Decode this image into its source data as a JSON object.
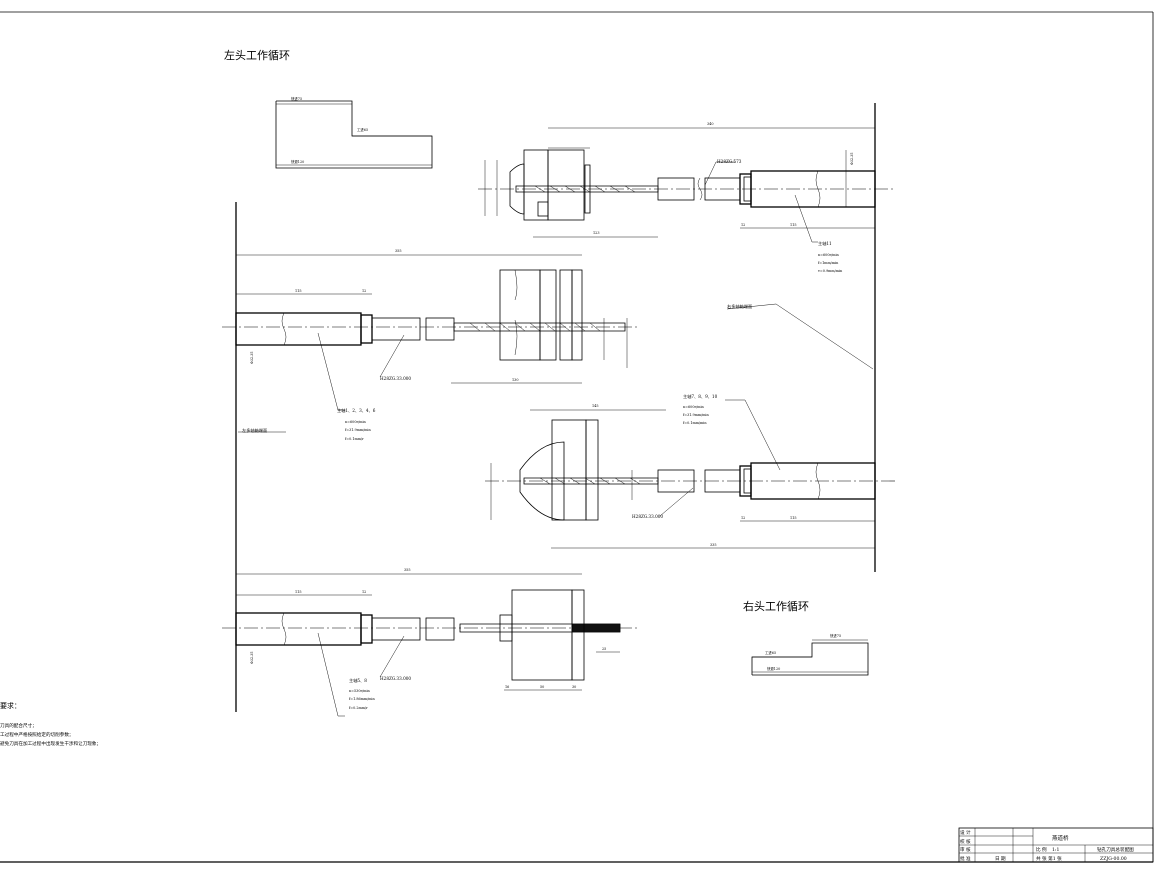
{
  "drawing": {
    "left_cycle": {
      "title": "左头工作循环",
      "fast_advance": "快进75",
      "work_feed": "工进65",
      "fast_return": "快退120"
    },
    "right_cycle": {
      "title": "右头工作循环",
      "fast_advance": "快进75",
      "work_feed": "工进65",
      "fast_return": "快退120"
    },
    "notes": {
      "right_spindle_box_face": "右多轴箱端面",
      "left_spindle_box_face": "左多轴箱端面"
    },
    "spindle_groups": [
      {
        "label": "主轴11",
        "lines": [
          "n=600r/min",
          "f=1mm/min",
          "v=0.9mm/min"
        ]
      },
      {
        "label": "主轴1、2、3、4、6",
        "lines": [
          "n=600r/min",
          "f=31.9mm/min",
          "f=0.1mm/r"
        ]
      },
      {
        "label": "主轴7、8、9、10",
        "lines": [
          "n=600r/min",
          "f=31.9mm/min",
          "f=0.1mm/min"
        ]
      },
      {
        "label": "主轴5、8",
        "lines": [
          "n=530r/min",
          "f=1.86mm/min",
          "f=0.2mm/r"
        ]
      }
    ],
    "toolholders": [
      "H28ZG.573",
      "H28ZG.33.000",
      "H28ZG.33.000",
      "H28ZG.33.000"
    ],
    "dimensions": {
      "top_overall": "340",
      "top_tool": "123",
      "top_spindle_len": "115",
      "top_collar": "12",
      "top_dia": "Φ32.35",
      "mid_overall": "355",
      "mid_tool": "130",
      "mid_spindle_len": "115",
      "mid_collar": "12",
      "lower_overall": "335",
      "lower_tool": "145",
      "lower_spindle_len": "115",
      "lower_collar": "12",
      "bottom_overall": "355",
      "bottom_spindle_len": "115",
      "bottom_collar": "12",
      "bottom_side": "50",
      "small_a": "25",
      "small_b": "16",
      "small_c": "30"
    },
    "requirements": {
      "title": "要求：",
      "items": [
        "刀具的配合尺寸；",
        "工过程中严格按照给定的切削参数；",
        "避免刀具在加工过程中出现发生干涉和让刀现象；"
      ]
    },
    "title_block": {
      "school": "燕道桥",
      "drawing_name": "钻孔刀具总装配图",
      "drawing_no": "ZZJG-00.00",
      "scale_label": "比 例",
      "scale": "1:1",
      "sheet_label": "共 张 第1 张",
      "roles": [
        "设 计",
        "校 核",
        "审 核",
        "批 准"
      ],
      "date_label": "日 期"
    }
  }
}
